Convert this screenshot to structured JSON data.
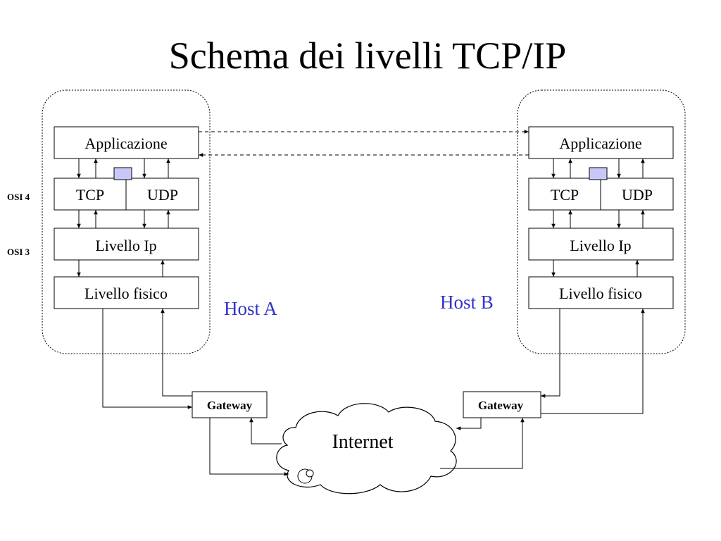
{
  "title": "Schema dei livelli TCP/IP",
  "osi_labels": {
    "osi4": "OSI 4",
    "osi3": "OSI 3"
  },
  "host_a": {
    "name": "Host A",
    "layers": {
      "application": "Applicazione",
      "tcp": "TCP",
      "udp": "UDP",
      "ip": "Livello Ip",
      "physical": "Livello fisico"
    }
  },
  "host_b": {
    "name": "Host B",
    "layers": {
      "application": "Applicazione",
      "tcp": "TCP",
      "udp": "UDP",
      "ip": "Livello Ip",
      "physical": "Livello fisico"
    }
  },
  "gateways": {
    "left": "Gateway",
    "right": "Gateway"
  },
  "cloud_label": "Internet",
  "colors": {
    "host_label": "#3333cc",
    "port_box": "#c8c8f8",
    "line": "#000000"
  }
}
